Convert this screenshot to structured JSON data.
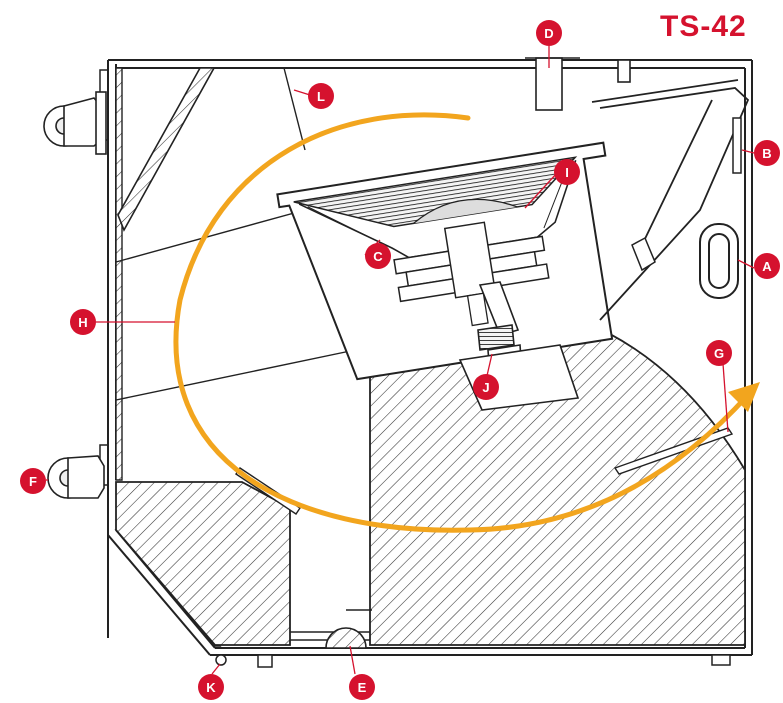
{
  "title": "TS-42",
  "colors": {
    "brand_red": "#d5122e",
    "airflow_orange": "#f2a51e",
    "line": "#222222",
    "hatch": "#333333"
  },
  "callouts": [
    {
      "id": "a",
      "label": "A"
    },
    {
      "id": "b",
      "label": "B"
    },
    {
      "id": "c",
      "label": "C"
    },
    {
      "id": "d",
      "label": "D"
    },
    {
      "id": "e",
      "label": "E"
    },
    {
      "id": "f",
      "label": "F"
    },
    {
      "id": "g",
      "label": "G"
    },
    {
      "id": "h",
      "label": "H"
    },
    {
      "id": "i",
      "label": "I"
    },
    {
      "id": "j",
      "label": "J"
    },
    {
      "id": "k",
      "label": "K"
    },
    {
      "id": "l",
      "label": "L"
    }
  ]
}
